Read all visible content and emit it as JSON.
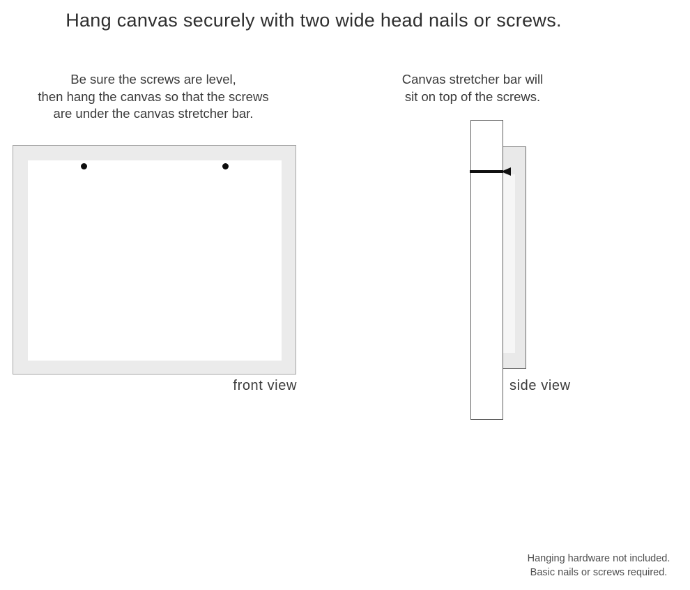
{
  "title": "Hang canvas securely with two wide head nails or screws.",
  "instructions": {
    "front": {
      "lines": [
        "Be sure the screws are level,",
        "then hang the canvas so that the screws",
        "are under the canvas stretcher bar."
      ]
    },
    "side": {
      "lines": [
        "Canvas stretcher bar will",
        "sit on top of the screws."
      ]
    }
  },
  "front_view": {
    "label": "front view",
    "screw_count": 2
  },
  "side_view": {
    "label": "side view"
  },
  "footnote": {
    "lines": [
      "Hanging hardware not included.",
      "Basic nails or screws required."
    ]
  },
  "colors": {
    "background": "#ffffff",
    "frame_fill": "#ebebeb",
    "frame_border": "#a3a3a3",
    "side_outline": "#5f5f5f",
    "nail_black": "#101010",
    "text": "#3a3a3a"
  }
}
